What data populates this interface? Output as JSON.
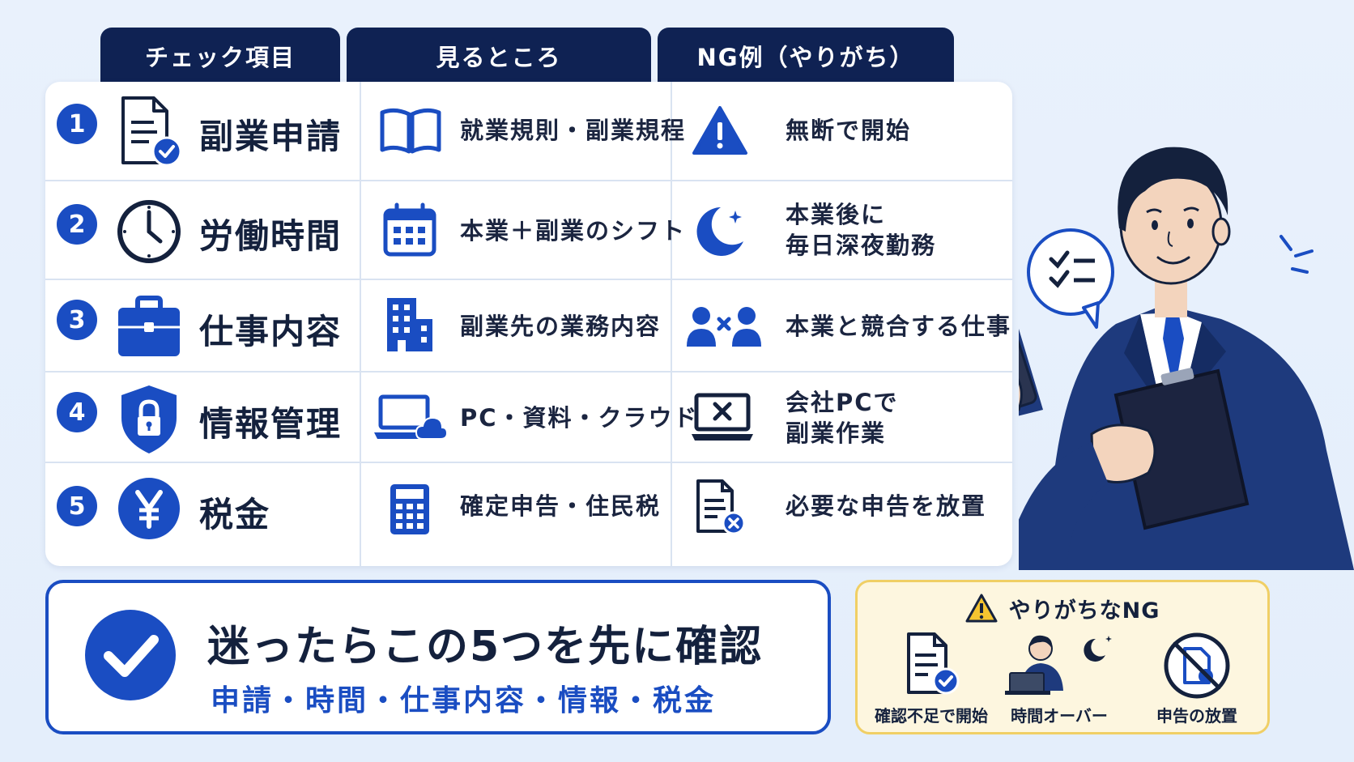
{
  "headers": [
    "チェック項目",
    "見るところ",
    "NG例（やりがち）"
  ],
  "rows": [
    {
      "num": "1",
      "item": "副業申請",
      "check": "就業規則・副業規程",
      "ng": "無断で開始"
    },
    {
      "num": "2",
      "item": "労働時間",
      "check": "本業＋副業のシフト",
      "ng": "本業後に\n毎日深夜勤務"
    },
    {
      "num": "3",
      "item": "仕事内容",
      "check": "副業先の業務内容",
      "ng": "本業と競合する仕事"
    },
    {
      "num": "4",
      "item": "情報管理",
      "check": "PC・資料・クラウド",
      "ng": "会社PCで\n副業作業"
    },
    {
      "num": "5",
      "item": "税金",
      "check": "確定申告・住民税",
      "ng": "必要な申告を放置"
    }
  ],
  "summary": {
    "title": "迷ったらこの5つを先に確認",
    "subtitle": "申請・時間・仕事内容・情報・税金"
  },
  "ng_box": {
    "title": "やりがちなNG",
    "items": [
      "確認不足で開始",
      "時間オーバー",
      "申告の放置"
    ]
  },
  "colors": {
    "navy": "#0f2253",
    "accent": "#1a4dc2",
    "ng_bg": "#fdf6df",
    "ng_border": "#f0cf65",
    "warning": "#f4c430"
  },
  "icons": {
    "items": [
      "document-check-icon",
      "clock-icon",
      "briefcase-icon",
      "shield-lock-icon",
      "yen-icon"
    ],
    "checks": [
      "book-icon",
      "calendar-icon",
      "building-icon",
      "laptop-cloud-icon",
      "calculator-icon"
    ],
    "ngs": [
      "warning-icon",
      "moon-icon",
      "competitor-icon",
      "laptop-x-icon",
      "document-x-icon"
    ]
  }
}
